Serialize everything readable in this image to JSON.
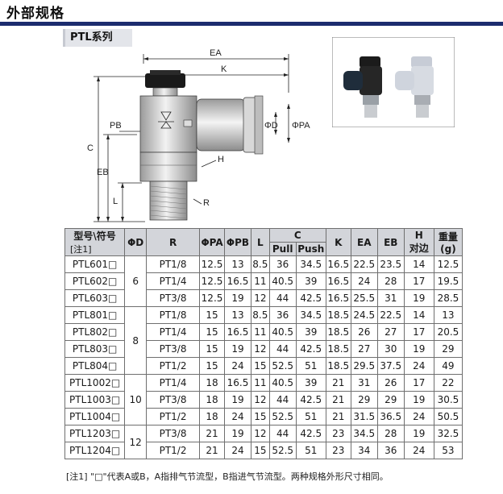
{
  "header": {
    "title": "外部规格",
    "series": "PTL系列"
  },
  "colors": {
    "header_rule": "#1c2c6e",
    "table_header": "#d3d5da"
  },
  "drawing": {
    "labels": {
      "ea": "EA",
      "k": "K",
      "c": "C",
      "pb": "PB",
      "eb": "EB",
      "l": "L",
      "h": "H",
      "r": "R",
      "d": "ΦD",
      "pa": "ΦPA"
    }
  },
  "table": {
    "headers": {
      "model": "型号\\符号",
      "model_note": "[注1]",
      "d": "ΦD",
      "r": "R",
      "pa": "ΦPA",
      "pb": "ΦPB",
      "l": "L",
      "c": "C",
      "c_pull": "Pull",
      "c_push": "Push",
      "k": "K",
      "ea": "EA",
      "eb": "EB",
      "h": "H",
      "h_sub": "对边",
      "weight": "重量",
      "weight_unit": "(g)"
    },
    "groups": [
      {
        "d": "6",
        "rows": [
          [
            "PTL601□",
            "PT1/8",
            "12.5",
            "13",
            "8.5",
            "36",
            "34.5",
            "16.5",
            "22.5",
            "23.5",
            "14",
            "12.5"
          ],
          [
            "PTL602□",
            "PT1/4",
            "12.5",
            "16.5",
            "11",
            "40.5",
            "39",
            "16.5",
            "24",
            "28",
            "17",
            "19.5"
          ],
          [
            "PTL603□",
            "PT3/8",
            "12.5",
            "19",
            "12",
            "44",
            "42.5",
            "16.5",
            "25.5",
            "31",
            "19",
            "28.5"
          ]
        ]
      },
      {
        "d": "8",
        "rows": [
          [
            "PTL801□",
            "PT1/8",
            "15",
            "13",
            "8.5",
            "36",
            "34.5",
            "18.5",
            "24.5",
            "22.5",
            "14",
            "13"
          ],
          [
            "PTL802□",
            "PT1/4",
            "15",
            "16.5",
            "11",
            "40.5",
            "39",
            "18.5",
            "26",
            "27",
            "17",
            "20.5"
          ],
          [
            "PTL803□",
            "PT3/8",
            "15",
            "19",
            "12",
            "44",
            "42.5",
            "18.5",
            "27",
            "30",
            "19",
            "29"
          ],
          [
            "PTL804□",
            "PT1/2",
            "15",
            "24",
            "15",
            "52.5",
            "51",
            "18.5",
            "29.5",
            "37.5",
            "24",
            "49"
          ]
        ]
      },
      {
        "d": "10",
        "rows": [
          [
            "PTL1002□",
            "PT1/4",
            "18",
            "16.5",
            "11",
            "40.5",
            "39",
            "21",
            "31",
            "26",
            "17",
            "22"
          ],
          [
            "PTL1003□",
            "PT3/8",
            "18",
            "19",
            "12",
            "44",
            "42.5",
            "21",
            "29",
            "29",
            "19",
            "30.5"
          ],
          [
            "PTL1004□",
            "PT1/2",
            "18",
            "24",
            "15",
            "52.5",
            "51",
            "21",
            "31.5",
            "36.5",
            "24",
            "50.5"
          ]
        ]
      },
      {
        "d": "12",
        "rows": [
          [
            "PTL1203□",
            "PT3/8",
            "21",
            "19",
            "12",
            "44",
            "42.5",
            "23",
            "34.5",
            "28",
            "19",
            "32.5"
          ],
          [
            "PTL1204□",
            "PT1/2",
            "21",
            "24",
            "15",
            "52.5",
            "51",
            "23",
            "34",
            "36",
            "24",
            "53"
          ]
        ]
      }
    ],
    "note": "[注1] \"□\"代表A或B，A指排气节流型，B指进气节流型。两种规格外形尺寸相同。"
  }
}
